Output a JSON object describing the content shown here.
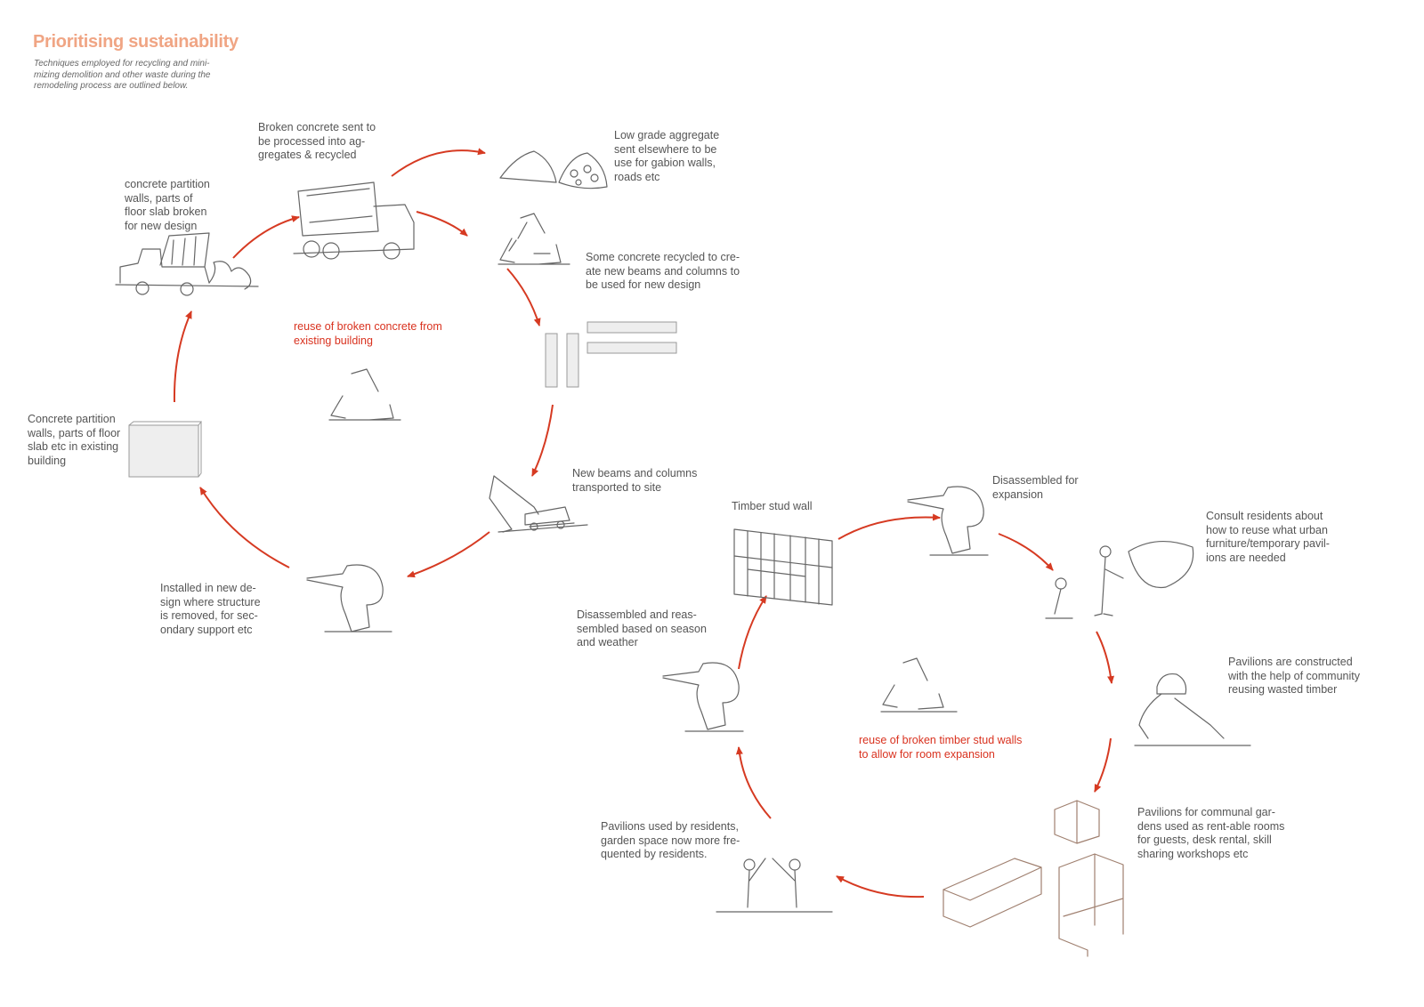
{
  "header": {
    "title": "Prioritising sustainability",
    "subtitle": [
      "Techniques employed for recycling and mini-",
      "mizing demolition and other waste during the",
      "remodeling process are  outlined below."
    ]
  },
  "colors": {
    "accent": "#d9321f",
    "title": "#f0a584",
    "text": "#555555"
  },
  "concrete_cycle": {
    "center_label": [
      "reuse of broken concrete from",
      "existing building"
    ],
    "steps": [
      [
        "Concrete partition",
        "walls, parts of floor",
        "slab etc in existing",
        "building"
      ],
      [
        "concrete partition",
        "walls, parts of",
        "floor slab broken",
        "for new design"
      ],
      [
        "Broken concrete sent to",
        "be processed into ag-",
        "gregates & recycled"
      ],
      [
        "Low grade aggregate",
        "sent elsewhere to be",
        "use for gabion walls,",
        "roads etc"
      ],
      [
        "Some concrete recycled to cre-",
        "ate new beams and columns to",
        "be used for new design"
      ],
      [
        "New beams and columns",
        "transported to site"
      ],
      [
        "Installed in new de-",
        "sign where structure",
        "is removed, for sec-",
        "ondary support etc"
      ]
    ]
  },
  "timber_cycle": {
    "center_label": [
      "reuse of broken timber stud walls",
      "to allow for room expansion"
    ],
    "steps": [
      [
        "Timber stud wall"
      ],
      [
        "Disassembled for",
        "expansion"
      ],
      [
        "Consult residents about",
        "how to reuse what urban",
        "furniture/temporary pavil-",
        "ions are needed"
      ],
      [
        "Pavilions are constructed",
        "with the help of community",
        "reusing wasted timber"
      ],
      [
        "Pavilions for communal gar-",
        "dens used as rent-able rooms",
        "for guests, desk rental, skill",
        "sharing workshops etc"
      ],
      [
        "Pavilions used by residents,",
        "garden space now more fre-",
        "quented by residents."
      ],
      [
        "Disassembled and reas-",
        "sembled based on season",
        "and weather"
      ]
    ]
  }
}
